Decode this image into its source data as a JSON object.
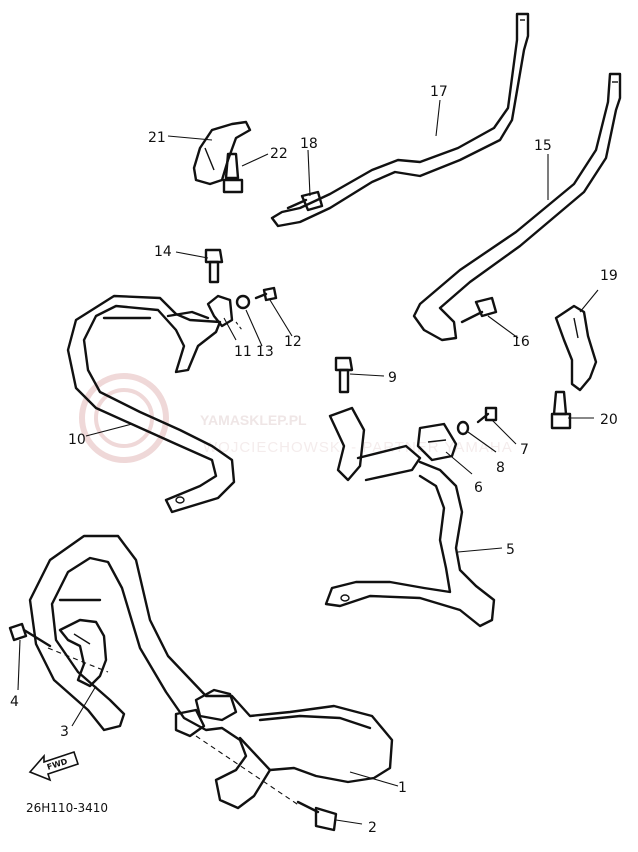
{
  "diagram_code": "26H110-3410",
  "fwd_label": "FWD",
  "watermark": {
    "brand": "YAMASKLEP.PL",
    "subtitle": "WOJCIECHOWSKI - PARTNER YAMAHA",
    "color": "#e3b9b9"
  },
  "callouts": [
    "1",
    "2",
    "3",
    "4",
    "5",
    "6",
    "7",
    "8",
    "9",
    "10",
    "11",
    "12",
    "13",
    "14",
    "15",
    "16",
    "17",
    "18",
    "19",
    "20",
    "21",
    "22"
  ]
}
